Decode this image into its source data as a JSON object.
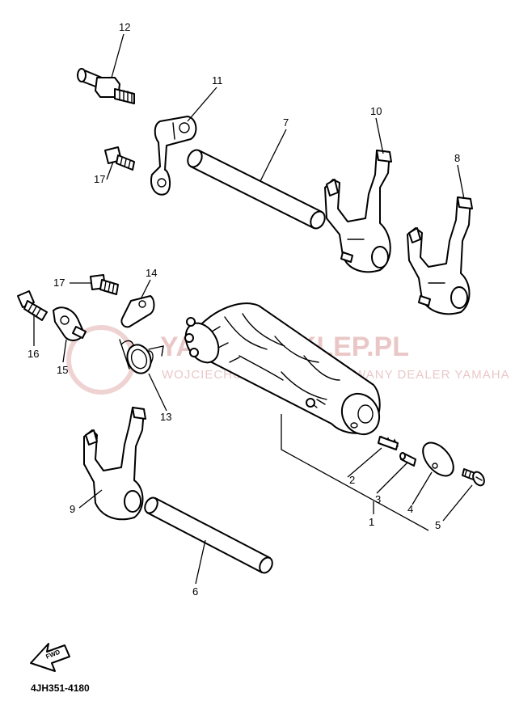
{
  "callouts": {
    "p1": "1",
    "p2": "2",
    "p3": "3",
    "p4": "4",
    "p5": "5",
    "p6": "6",
    "p7": "7",
    "p8": "8",
    "p9": "9",
    "p10": "10",
    "p11": "11",
    "p12": "12",
    "p13": "13",
    "p14": "14",
    "p15": "15",
    "p16": "16",
    "p17a": "17",
    "p17b": "17"
  },
  "watermark": {
    "brand": "YAMAHASKLEP.PL",
    "tagline": "WOJCIECHOWSKI AUTORYZOWANY DEALER YAMAHA",
    "color": "#d99a9a"
  },
  "direction_label": "FWD",
  "diagram_code": "4JH351-4180"
}
